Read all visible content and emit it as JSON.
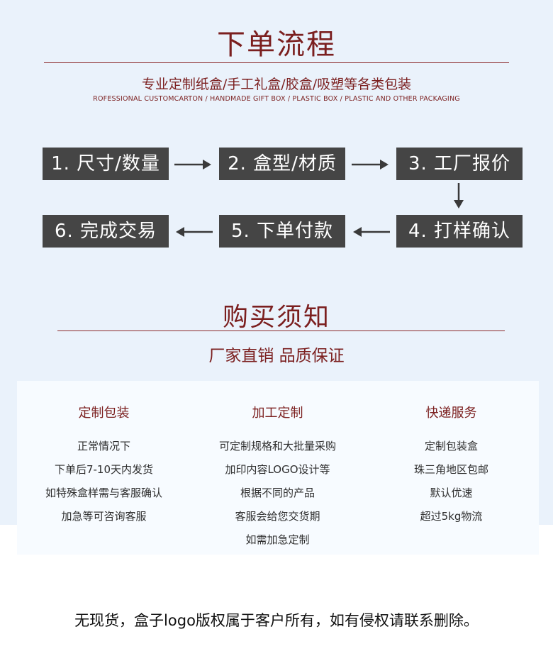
{
  "flow": {
    "title": "下单流程",
    "subtitle": "专业定制纸盒/手工礼盒/胶盒/吸塑等各类包装",
    "subtitle_en": "ROFESSIONAL CUSTOMCARTON / HANDMADE GIFT BOX / PLASTIC BOX / PLASTIC AND OTHER PACKAGING",
    "steps": [
      "1. 尺寸/数量",
      "2. 盒型/材质",
      "3. 工厂报价",
      "4. 打样确认",
      "5. 下单付款",
      "6. 完成交易"
    ]
  },
  "notice": {
    "title": "购买须知",
    "subtitle": "厂家直销 品质保证",
    "columns": [
      {
        "heading": "定制包装",
        "lines": [
          "正常情况下",
          "下单后7-10天内发货",
          "如特殊盒样需与客服确认",
          "加急等可咨询客服"
        ]
      },
      {
        "heading": "加工定制",
        "lines": [
          "可定制规格和大批量采购",
          "加印内容LOGO设计等",
          "根据不同的产品",
          "客服会给您交货期",
          "如需加急定制"
        ]
      },
      {
        "heading": "快递服务",
        "lines": [
          "定制包装盒",
          "珠三角地区包邮",
          "默认优速",
          "超过5kg物流"
        ]
      }
    ]
  },
  "footer": {
    "text": "无现货，盒子logo版权属于客户所有，如有侵权请联系删除。"
  },
  "colors": {
    "accent": "#7b1f1f",
    "step_bg": "#454545",
    "page_bg": "#eaf2fb"
  }
}
